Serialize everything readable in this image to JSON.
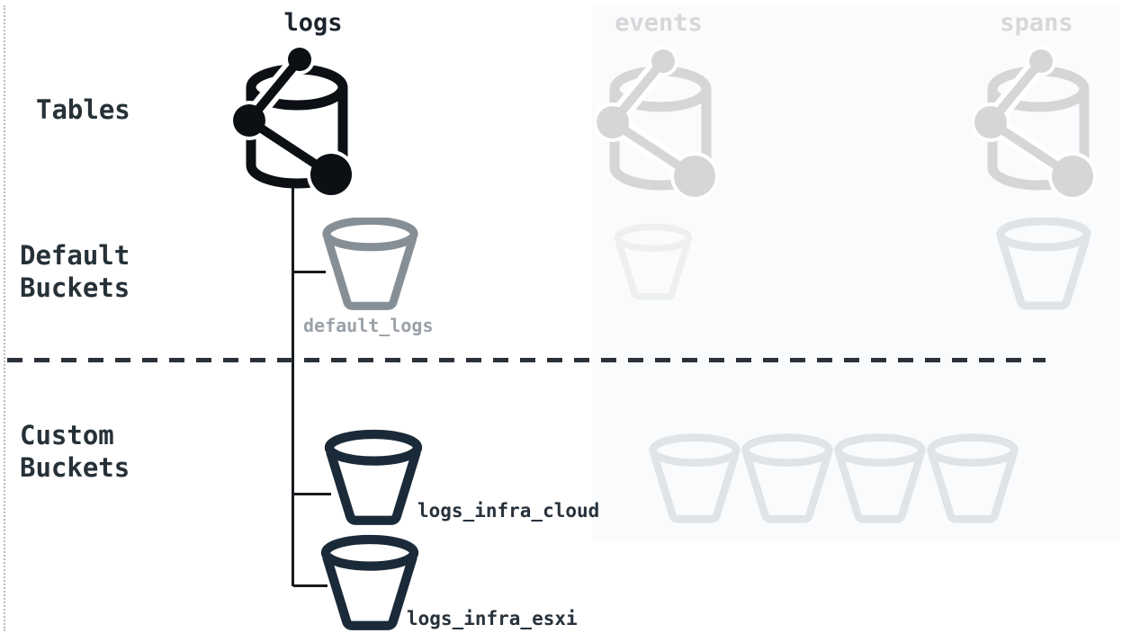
{
  "diagram": {
    "row_labels": [
      {
        "lines": [
          "Tables",
          ""
        ]
      },
      {
        "lines": [
          "Default",
          "Buckets"
        ]
      },
      {
        "lines": [
          "Custom",
          "Buckets"
        ]
      }
    ],
    "columns": [
      {
        "label": "logs",
        "state": "active"
      },
      {
        "label": "events",
        "state": "faded"
      },
      {
        "label": "spans",
        "state": "faded"
      }
    ],
    "bucket_labels": {
      "default_logs": "default_logs",
      "logs_infra_cloud": "logs_infra_cloud",
      "logs_infra_esxi": "logs_infra_esxi"
    },
    "icons": {
      "table_icon": "database-network-icon",
      "bucket_icon": "bucket-icon"
    },
    "colors": {
      "active_icon": "#0c1014",
      "active_header_text": "#1b242d",
      "row_label_text": "#263138",
      "dark_bucket": "#1b2a38",
      "dark_bucket_label": "#27323c",
      "default_bucket": "#878f96",
      "default_bucket_label": "#9aa1a8",
      "faded_header_text": "#d5d7d9",
      "faded_db_icon": "#d4d6d8",
      "faded_bucket_lightest": "#edeff0",
      "faded_bucket": "#e1e4e7",
      "connector": "#16191d",
      "dashed_separator": "#2b3138"
    }
  }
}
